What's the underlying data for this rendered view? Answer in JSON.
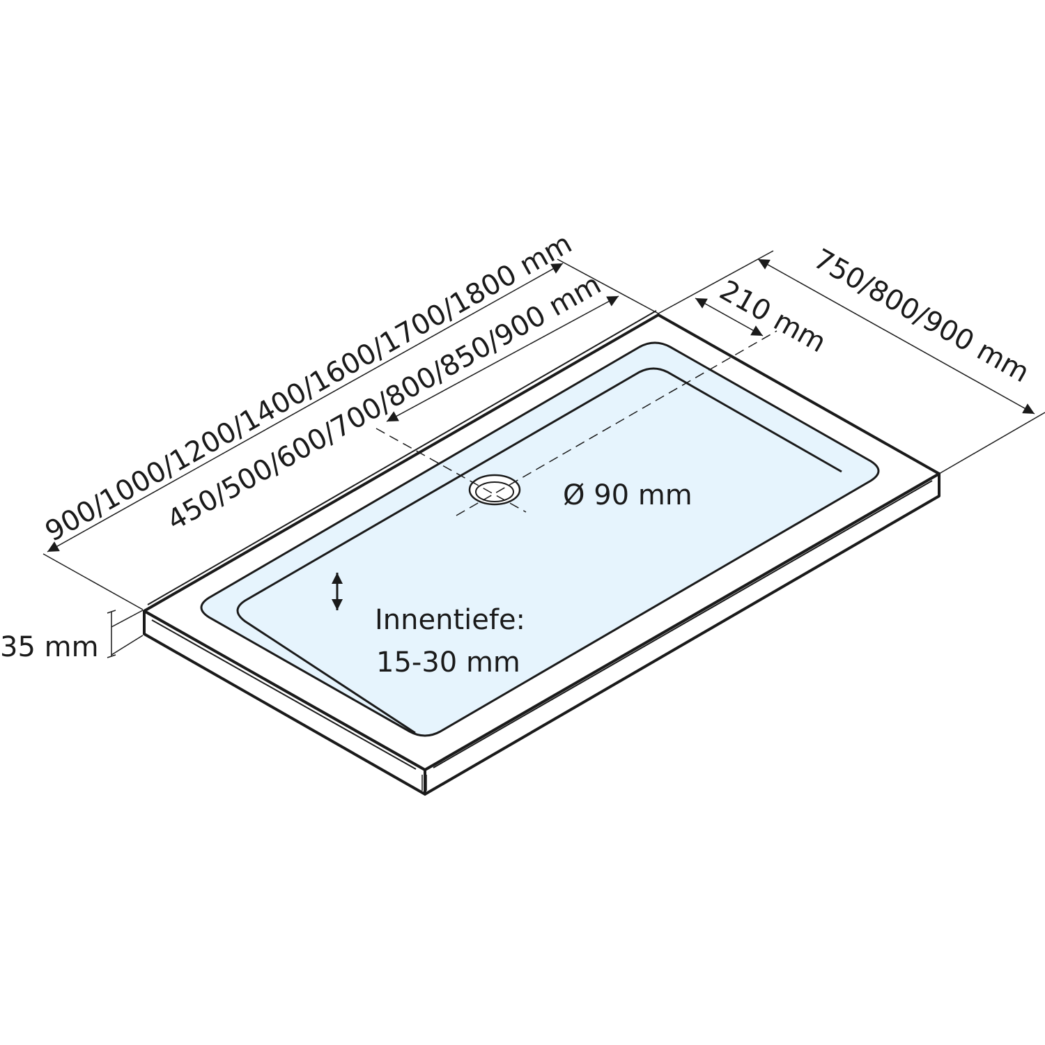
{
  "colors": {
    "basin_fill": "#e6f4fd",
    "line": "#1a1a1a",
    "background": "#ffffff"
  },
  "labels": {
    "length_outer": "900/1000/1200/1400/1600/1700/1800 mm",
    "length_drain": "450/500/600/700/800/850/900 mm",
    "width": "750/800/900 mm",
    "drain_offset": "210 mm",
    "drain_diameter": "Ø 90 mm",
    "height": "35 mm",
    "depth_label": "Innentiefe:",
    "depth_value": "15-30 mm"
  }
}
